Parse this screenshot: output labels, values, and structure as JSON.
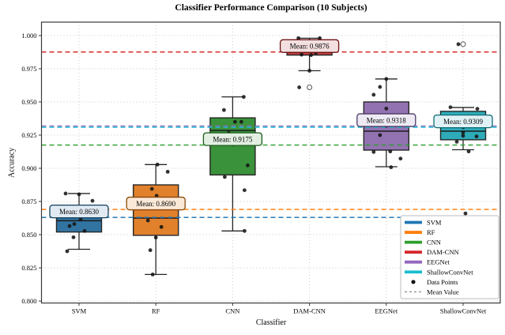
{
  "chart_data": {
    "type": "box",
    "title": "Classifier Performance Comparison (10 Subjects)",
    "xlabel": "Classifier",
    "ylabel": "Accuracy",
    "ylim": [
      0.7985,
      1.0101
    ],
    "yticks": [
      1.0,
      0.975,
      0.95,
      0.925,
      0.9,
      0.875,
      0.85,
      0.825,
      0.8
    ],
    "grid": true,
    "legend_position": "lower right",
    "categories": [
      "SVM",
      "RF",
      "CNN",
      "DAM-CNN",
      "EEGNet",
      "ShallowConvNet"
    ],
    "series": [
      {
        "name": "SVM",
        "box_color": "#3274a1",
        "line_color": "#1f77b4",
        "annotation_bg": "#e1eaf2",
        "annotation_border": "#16405c",
        "mean": 0.863,
        "mean_label": "Mean: 0.8630",
        "whisker_low": 0.839,
        "q1": 0.852,
        "median": 0.8605,
        "q3": 0.871,
        "whisker_high": 0.881,
        "fliers": [],
        "points": [
          [
            -17,
            0.881
          ],
          [
            0,
            0.8804
          ],
          [
            17,
            0.8755
          ],
          [
            2,
            0.8615
          ],
          [
            0,
            0.866
          ],
          [
            -12,
            0.8565
          ],
          [
            7,
            0.8528
          ],
          [
            -7,
            0.848
          ],
          [
            -15,
            0.8375
          ],
          [
            -6,
            0.858
          ]
        ]
      },
      {
        "name": "RF",
        "box_color": "#e1812c",
        "line_color": "#ff7f0e",
        "annotation_bg": "#fbe9d7",
        "annotation_border": "#8a4a0a",
        "mean": 0.869,
        "mean_label": "Mean: 0.8690",
        "whisker_low": 0.82,
        "q1": 0.8495,
        "median": 0.8625,
        "q3": 0.8875,
        "whisker_high": 0.9028,
        "fliers": [],
        "points": [
          [
            2,
            0.9028
          ],
          [
            15,
            0.8974
          ],
          [
            -5,
            0.8845
          ],
          [
            1,
            0.8793
          ],
          [
            0,
            0.872
          ],
          [
            -10,
            0.8607
          ],
          [
            7,
            0.8558
          ],
          [
            0,
            0.8478
          ],
          [
            -7,
            0.8383
          ],
          [
            -4,
            0.82
          ]
        ]
      },
      {
        "name": "CNN",
        "box_color": "#3a923a",
        "line_color": "#2ca02c",
        "annotation_bg": "#e2efe2",
        "annotation_border": "#1d5e1d",
        "mean": 0.9175,
        "mean_label": "Mean: 0.9175",
        "whisker_low": 0.8528,
        "q1": 0.895,
        "median": 0.9285,
        "q3": 0.938,
        "whisker_high": 0.9538,
        "fliers": [],
        "points": [
          [
            14,
            0.9538
          ],
          [
            -11,
            0.9439
          ],
          [
            3,
            0.935
          ],
          [
            11,
            0.935
          ],
          [
            -5,
            0.9266
          ],
          [
            0,
            0.918
          ],
          [
            19,
            0.9022
          ],
          [
            -10,
            0.8935
          ],
          [
            15,
            0.8835
          ],
          [
            15,
            0.8528
          ]
        ]
      },
      {
        "name": "DAM-CNN",
        "box_color": "#c03d3e",
        "line_color": "#d62728",
        "annotation_bg": "#f3dfdf",
        "annotation_border": "#6e1617",
        "mean": 0.9876,
        "mean_label": "Mean: 0.9876",
        "whisker_low": 0.9735,
        "q1": 0.9853,
        "median": 0.9905,
        "q3": 0.996,
        "whisker_high": 0.998,
        "fliers": [
          0.961
        ],
        "points": [
          [
            -14,
            0.998
          ],
          [
            13,
            0.998
          ],
          [
            0,
            0.993
          ],
          [
            4,
            0.991
          ],
          [
            -6,
            0.989
          ],
          [
            8,
            0.987
          ],
          [
            -10,
            0.9856
          ],
          [
            2,
            0.9853
          ],
          [
            0,
            0.9735
          ],
          [
            -13,
            0.961
          ]
        ]
      },
      {
        "name": "EEGNet",
        "box_color": "#9372b2",
        "line_color": "#9467bd",
        "annotation_bg": "#eeeaf4",
        "annotation_border": "#4c3a66",
        "mean": 0.9318,
        "mean_label": "Mean: 0.9318",
        "whisker_low": 0.9012,
        "q1": 0.9137,
        "median": 0.928,
        "q3": 0.95,
        "whisker_high": 0.9673,
        "fliers": [],
        "points": [
          [
            0,
            0.9673
          ],
          [
            -8,
            0.9613
          ],
          [
            -16,
            0.9554
          ],
          [
            0,
            0.945
          ],
          [
            0,
            0.932
          ],
          [
            -8,
            0.925
          ],
          [
            -16,
            0.9123
          ],
          [
            5,
            0.9127
          ],
          [
            18,
            0.9073
          ],
          [
            6,
            0.9008
          ]
        ]
      },
      {
        "name": "ShallowConvNet",
        "box_color": "#2eabb8",
        "line_color": "#17becf",
        "annotation_bg": "#e0f2f5",
        "annotation_border": "#0f6a75",
        "mean": 0.9309,
        "mean_label": "Mean: 0.9309",
        "whisker_low": 0.914,
        "q1": 0.9215,
        "median": 0.928,
        "q3": 0.9429,
        "whisker_high": 0.9458,
        "fliers": [
          0.9935
        ],
        "points": [
          [
            -6,
            0.9935
          ],
          [
            -16,
            0.946
          ],
          [
            18,
            0.9448
          ],
          [
            0,
            0.931
          ],
          [
            0,
            0.927
          ],
          [
            0,
            0.9245
          ],
          [
            17,
            0.924
          ],
          [
            -8,
            0.92
          ],
          [
            7,
            0.9127
          ],
          [
            3,
            0.866
          ]
        ]
      }
    ],
    "legend": {
      "extra_items": [
        {
          "label": "Data Points",
          "type": "dot",
          "color": "#141414"
        },
        {
          "label": "Mean Value",
          "type": "dash",
          "color": "#8a8a8a"
        }
      ]
    },
    "style": {
      "grid_color": "#c8c8c8",
      "spine_color": "#3a3a3a",
      "box_edge_color": "#262626",
      "median_color": "#1c1c1c",
      "point_color": "#141414",
      "flier_stroke": "#555555",
      "legend_border": "#bbbbbb",
      "background": "#ffffff"
    }
  }
}
